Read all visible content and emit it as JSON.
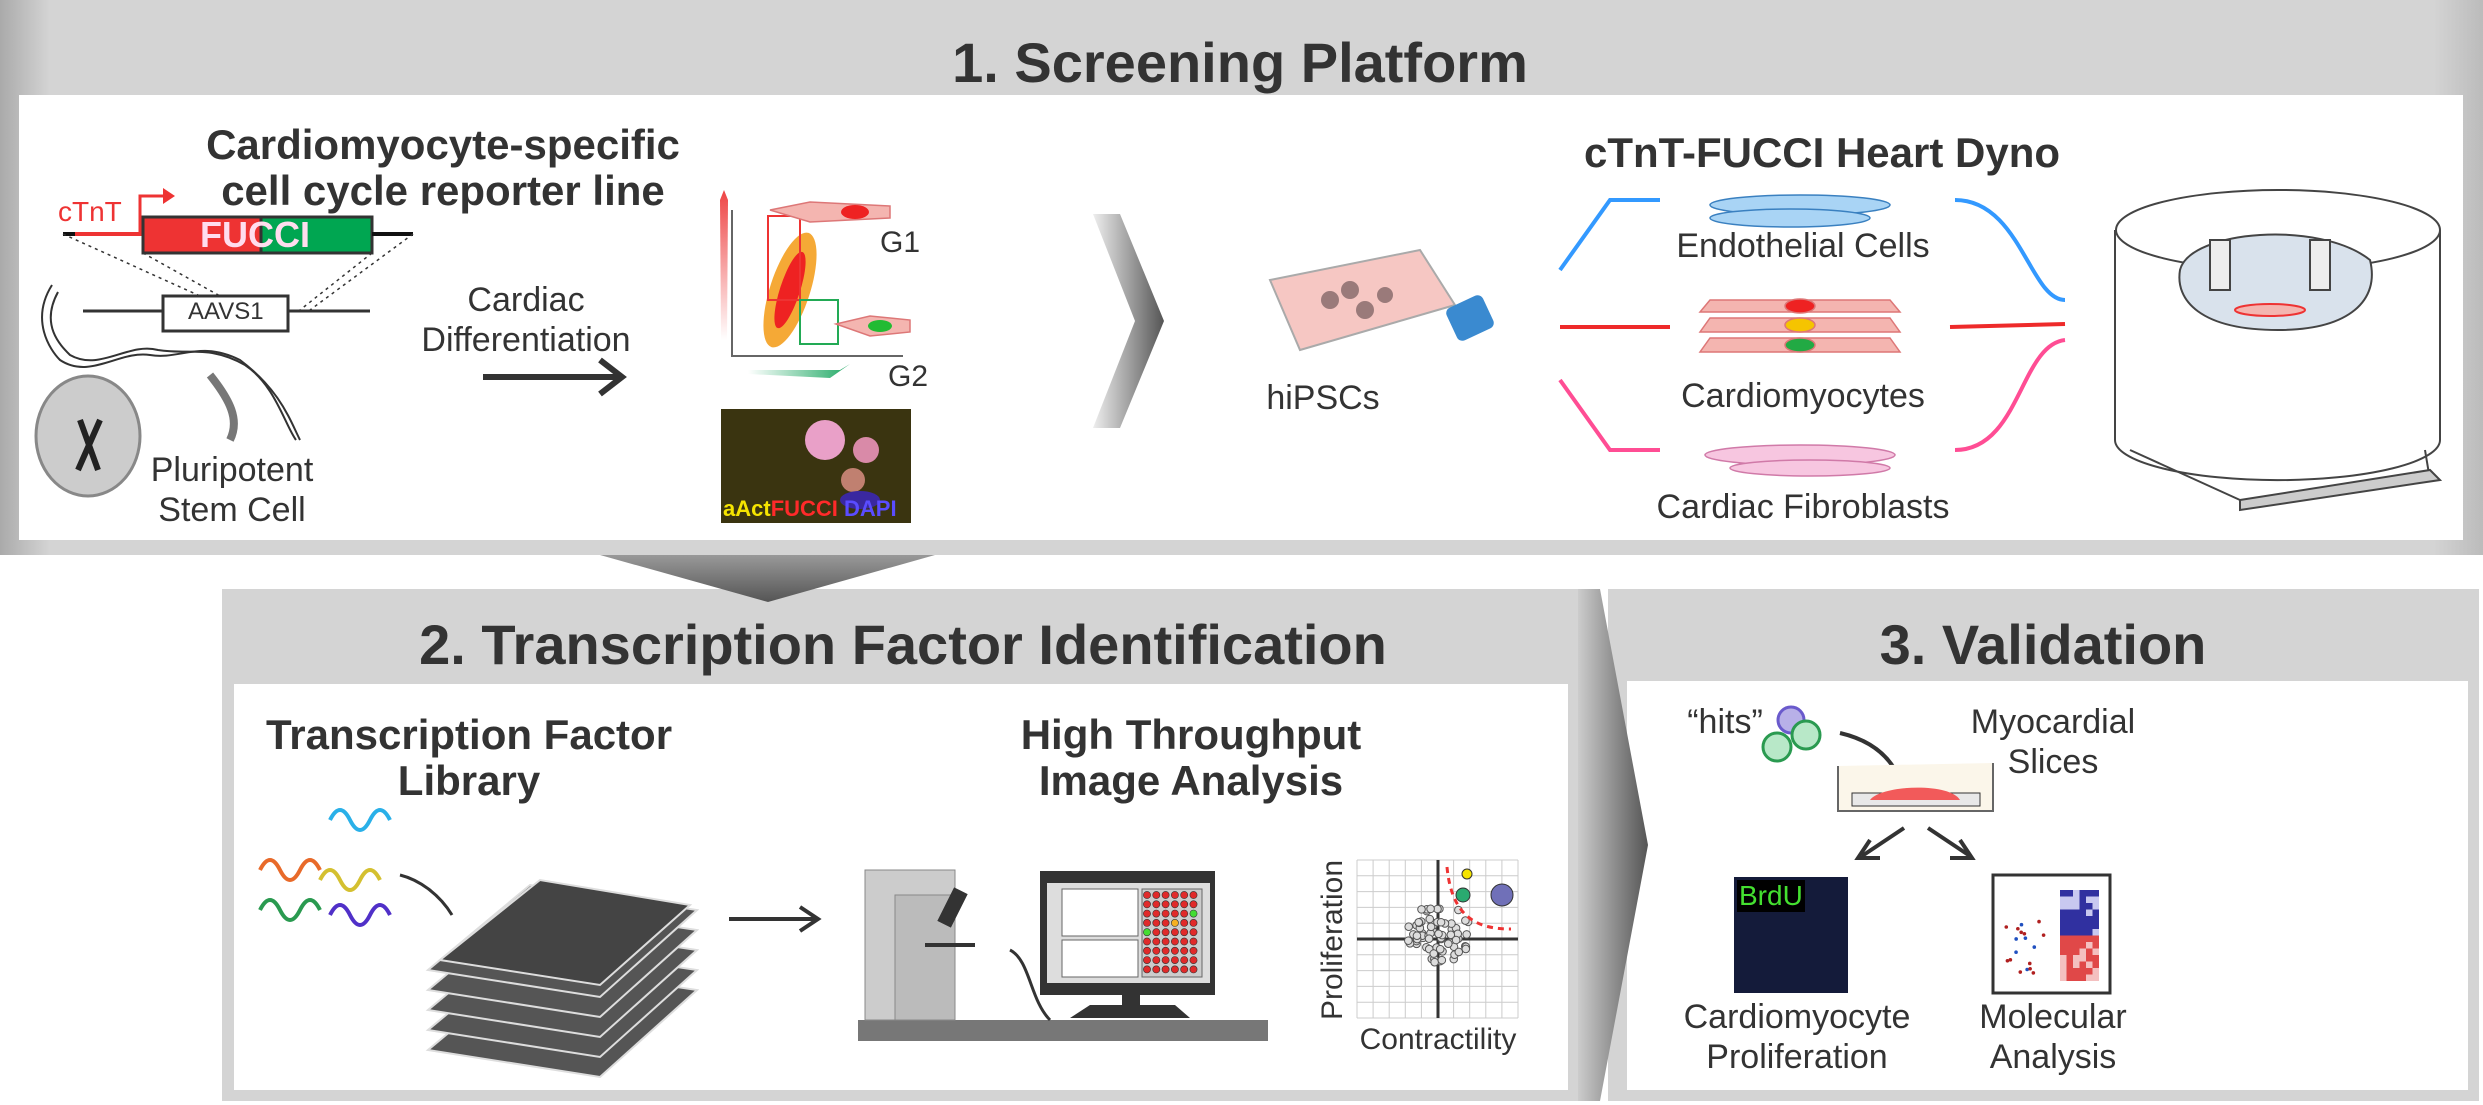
{
  "panel1": {
    "title": "1. Screening Platform",
    "reporter_heading_1": "Cardiomyocyte-specific",
    "reporter_heading_2": "cell cycle reporter line",
    "promoter": "cTnT",
    "construct": "FUCCI",
    "locus": "AAVS1",
    "stem_cell_1": "Pluripotent",
    "stem_cell_2": "Stem Cell",
    "differentiation_1": "Cardiac",
    "differentiation_2": "Differentiation",
    "gate_g1": "G1",
    "gate_g2": "G2",
    "stain_labels": [
      {
        "text": "aAct",
        "color": "#f5e400"
      },
      {
        "text": "FUCCI",
        "color": "#ff2a2a"
      },
      {
        "text": "DAPI",
        "color": "#5a4cff"
      }
    ],
    "hipsc_label": "hiPSCs",
    "heart_dyno_heading": "cTnT-FUCCI Heart Dyno",
    "cell_types": [
      {
        "label": "Endothelial Cells",
        "color": "#3399ff"
      },
      {
        "label": "Cardiomyocytes",
        "color": "#ee2a2a"
      },
      {
        "label": "Cardiac Fibroblasts",
        "color": "#ff4d94"
      }
    ]
  },
  "panel2": {
    "title": "2. Transcription Factor Identification",
    "library_heading_1": "Transcription Factor",
    "library_heading_2": "Library",
    "analysis_heading_1": "High Throughput",
    "analysis_heading_2": "Image Analysis",
    "scatter_ylabel": "Proliferation",
    "scatter_xlabel": "Contractility"
  },
  "panel3": {
    "title": "3. Validation",
    "hits_label": "“hits”",
    "slices_label_1": "Myocardial",
    "slices_label_2": "Slices",
    "brdu_label": "BrdU",
    "outcome_1_line1": "Cardiomyocyte",
    "outcome_1_line2": "Proliferation",
    "outcome_2_line1": "Molecular",
    "outcome_2_line2": "Analysis"
  },
  "colors": {
    "panel_gray": "#d4d4d4",
    "text": "#333333",
    "fucci_red": "#ee3333",
    "fucci_green": "#00a651"
  }
}
